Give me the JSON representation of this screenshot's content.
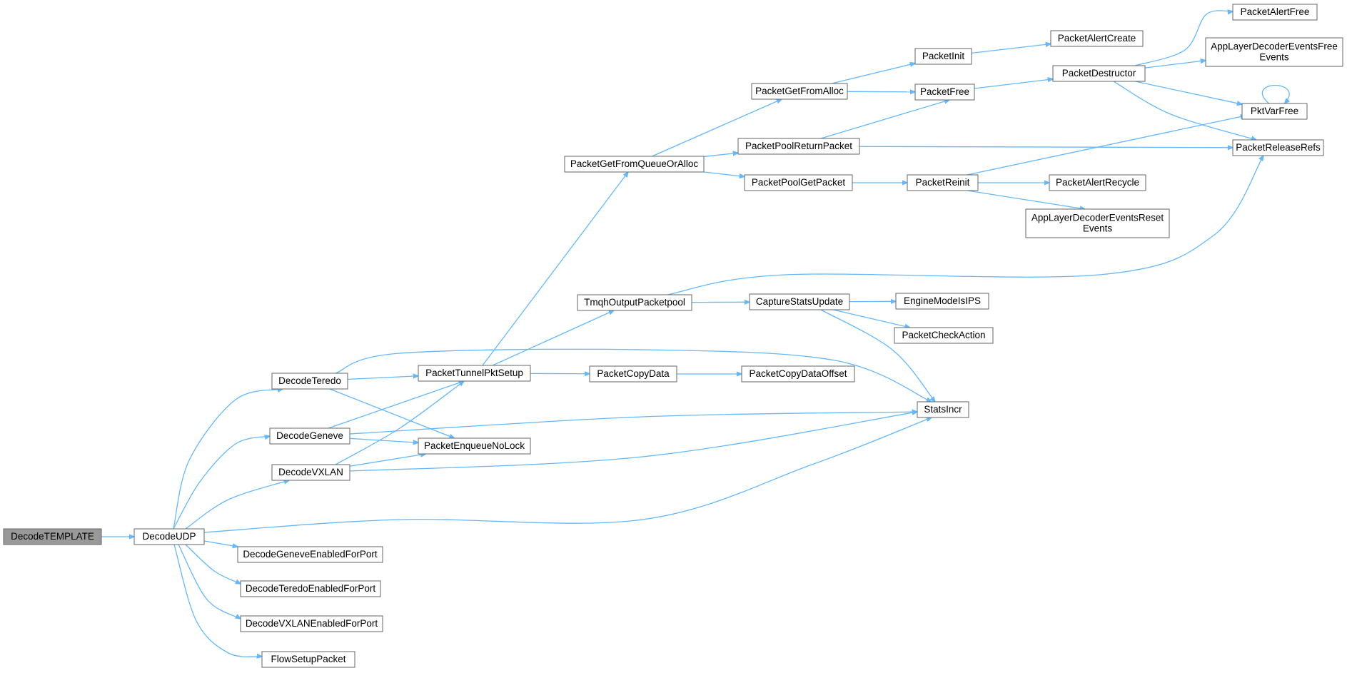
{
  "diagram": {
    "type": "call-graph",
    "edge_color": "#63b8ff",
    "node_border_color": "#666666",
    "root_fill_color": "#999999",
    "nodes": [
      {
        "id": "DecodeTEMPLATE",
        "lines": [
          "DecodeTEMPLATE"
        ],
        "root": true
      },
      {
        "id": "DecodeUDP",
        "lines": [
          "DecodeUDP"
        ]
      },
      {
        "id": "DecodeTeredo",
        "lines": [
          "DecodeTeredo"
        ]
      },
      {
        "id": "DecodeGeneve",
        "lines": [
          "DecodeGeneve"
        ]
      },
      {
        "id": "DecodeVXLAN",
        "lines": [
          "DecodeVXLAN"
        ]
      },
      {
        "id": "DecodeGeneveEnabledForPort",
        "lines": [
          "DecodeGeneveEnabledForPort"
        ]
      },
      {
        "id": "DecodeTeredoEnabledForPort",
        "lines": [
          "DecodeTeredoEnabledForPort"
        ]
      },
      {
        "id": "DecodeVXLANEnabledForPort",
        "lines": [
          "DecodeVXLANEnabledForPort"
        ]
      },
      {
        "id": "FlowSetupPacket",
        "lines": [
          "FlowSetupPacket"
        ]
      },
      {
        "id": "PacketTunnelPktSetup",
        "lines": [
          "PacketTunnelPktSetup"
        ]
      },
      {
        "id": "PacketEnqueueNoLock",
        "lines": [
          "PacketEnqueueNoLock"
        ]
      },
      {
        "id": "PacketGetFromQueueOrAlloc",
        "lines": [
          "PacketGetFromQueueOrAlloc"
        ]
      },
      {
        "id": "TmqhOutputPacketpool",
        "lines": [
          "TmqhOutputPacketpool"
        ]
      },
      {
        "id": "PacketCopyData",
        "lines": [
          "PacketCopyData"
        ]
      },
      {
        "id": "PacketGetFromAlloc",
        "lines": [
          "PacketGetFromAlloc"
        ]
      },
      {
        "id": "PacketPoolReturnPacket",
        "lines": [
          "PacketPoolReturnPacket"
        ]
      },
      {
        "id": "PacketPoolGetPacket",
        "lines": [
          "PacketPoolGetPacket"
        ]
      },
      {
        "id": "CaptureStatsUpdate",
        "lines": [
          "CaptureStatsUpdate"
        ]
      },
      {
        "id": "PacketCopyDataOffset",
        "lines": [
          "PacketCopyDataOffset"
        ]
      },
      {
        "id": "PacketInit",
        "lines": [
          "PacketInit"
        ]
      },
      {
        "id": "PacketFree",
        "lines": [
          "PacketFree"
        ]
      },
      {
        "id": "PacketReinit",
        "lines": [
          "PacketReinit"
        ]
      },
      {
        "id": "EngineModeIsIPS",
        "lines": [
          "EngineModeIsIPS"
        ]
      },
      {
        "id": "PacketCheckAction",
        "lines": [
          "PacketCheckAction"
        ]
      },
      {
        "id": "StatsIncr",
        "lines": [
          "StatsIncr"
        ]
      },
      {
        "id": "PacketAlertCreate",
        "lines": [
          "PacketAlertCreate"
        ]
      },
      {
        "id": "PacketDestructor",
        "lines": [
          "PacketDestructor"
        ]
      },
      {
        "id": "PacketAlertRecycle",
        "lines": [
          "PacketAlertRecycle"
        ]
      },
      {
        "id": "AppLayerDecoderEventsResetEvents",
        "lines": [
          "AppLayerDecoderEventsReset",
          "Events"
        ]
      },
      {
        "id": "PacketAlertFree",
        "lines": [
          "PacketAlertFree"
        ]
      },
      {
        "id": "AppLayerDecoderEventsFreeEvents",
        "lines": [
          "AppLayerDecoderEventsFree",
          "Events"
        ]
      },
      {
        "id": "PktVarFree",
        "lines": [
          "PktVarFree"
        ]
      },
      {
        "id": "PacketReleaseRefs",
        "lines": [
          "PacketReleaseRefs"
        ]
      }
    ],
    "edges": [
      [
        "DecodeTEMPLATE",
        "DecodeUDP"
      ],
      [
        "DecodeUDP",
        "DecodeTeredo"
      ],
      [
        "DecodeUDP",
        "DecodeGeneve"
      ],
      [
        "DecodeUDP",
        "DecodeVXLAN"
      ],
      [
        "DecodeUDP",
        "StatsIncr"
      ],
      [
        "DecodeUDP",
        "DecodeGeneveEnabledForPort"
      ],
      [
        "DecodeUDP",
        "DecodeTeredoEnabledForPort"
      ],
      [
        "DecodeUDP",
        "DecodeVXLANEnabledForPort"
      ],
      [
        "DecodeUDP",
        "FlowSetupPacket"
      ],
      [
        "DecodeTeredo",
        "PacketTunnelPktSetup"
      ],
      [
        "DecodeTeredo",
        "PacketEnqueueNoLock"
      ],
      [
        "DecodeTeredo",
        "StatsIncr"
      ],
      [
        "DecodeGeneve",
        "PacketTunnelPktSetup"
      ],
      [
        "DecodeGeneve",
        "PacketEnqueueNoLock"
      ],
      [
        "DecodeGeneve",
        "StatsIncr"
      ],
      [
        "DecodeVXLAN",
        "PacketTunnelPktSetup"
      ],
      [
        "DecodeVXLAN",
        "PacketEnqueueNoLock"
      ],
      [
        "DecodeVXLAN",
        "StatsIncr"
      ],
      [
        "PacketTunnelPktSetup",
        "PacketGetFromQueueOrAlloc"
      ],
      [
        "PacketTunnelPktSetup",
        "TmqhOutputPacketpool"
      ],
      [
        "PacketTunnelPktSetup",
        "PacketCopyData"
      ],
      [
        "PacketGetFromQueueOrAlloc",
        "PacketGetFromAlloc"
      ],
      [
        "PacketGetFromQueueOrAlloc",
        "PacketPoolReturnPacket"
      ],
      [
        "PacketGetFromQueueOrAlloc",
        "PacketPoolGetPacket"
      ],
      [
        "PacketGetFromAlloc",
        "PacketInit"
      ],
      [
        "PacketGetFromAlloc",
        "PacketFree"
      ],
      [
        "PacketInit",
        "PacketAlertCreate"
      ],
      [
        "PacketFree",
        "PacketDestructor"
      ],
      [
        "PacketPoolReturnPacket",
        "PacketFree"
      ],
      [
        "PacketPoolReturnPacket",
        "PacketReleaseRefs"
      ],
      [
        "PacketPoolGetPacket",
        "PacketReinit"
      ],
      [
        "PacketReinit",
        "PktVarFree"
      ],
      [
        "PacketReinit",
        "PacketAlertRecycle"
      ],
      [
        "PacketReinit",
        "AppLayerDecoderEventsResetEvents"
      ],
      [
        "PacketDestructor",
        "PacketAlertFree"
      ],
      [
        "PacketDestructor",
        "AppLayerDecoderEventsFreeEvents"
      ],
      [
        "PacketDestructor",
        "PktVarFree"
      ],
      [
        "PacketDestructor",
        "PacketReleaseRefs"
      ],
      [
        "PktVarFree",
        "PktVarFree"
      ],
      [
        "TmqhOutputPacketpool",
        "PacketReleaseRefs"
      ],
      [
        "TmqhOutputPacketpool",
        "CaptureStatsUpdate"
      ],
      [
        "CaptureStatsUpdate",
        "EngineModeIsIPS"
      ],
      [
        "CaptureStatsUpdate",
        "PacketCheckAction"
      ],
      [
        "CaptureStatsUpdate",
        "StatsIncr"
      ],
      [
        "PacketCopyData",
        "PacketCopyDataOffset"
      ]
    ]
  }
}
